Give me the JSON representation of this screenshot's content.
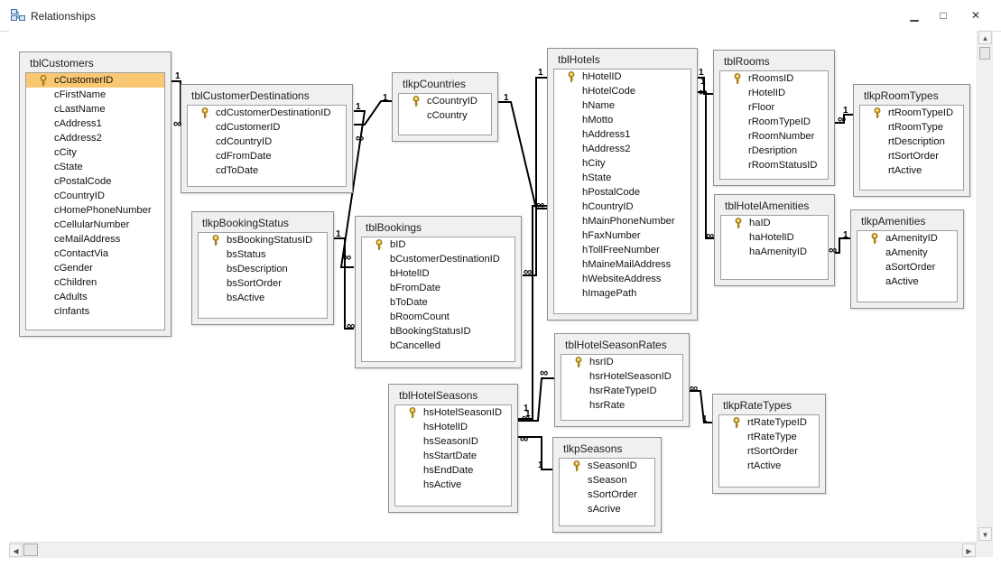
{
  "window": {
    "title": "Relationships",
    "buttons": {
      "minimize": "▁",
      "maximize": "□",
      "close": "✕"
    }
  },
  "icons": {
    "app": "relationships-icon",
    "primary_key": "key-icon"
  },
  "colors": {
    "selected_field": "#fac873",
    "line": "#000000"
  },
  "tables": [
    {
      "name": "tblCustomers",
      "fields": [
        {
          "name": "cCustomerID",
          "pk": true,
          "selected": true
        },
        {
          "name": "cFirstName"
        },
        {
          "name": "cLastName"
        },
        {
          "name": "cAddress1"
        },
        {
          "name": "cAddress2"
        },
        {
          "name": "cCity"
        },
        {
          "name": "cState"
        },
        {
          "name": "cPostalCode"
        },
        {
          "name": "cCountryID"
        },
        {
          "name": "cHomePhoneNumber"
        },
        {
          "name": "cCellularNumber"
        },
        {
          "name": "ceMailAddress"
        },
        {
          "name": "cContactVia"
        },
        {
          "name": "cGender"
        },
        {
          "name": "cChildren"
        },
        {
          "name": "cAdults"
        },
        {
          "name": "cInfants"
        }
      ]
    },
    {
      "name": "tblCustomerDestinations",
      "fields": [
        {
          "name": "cdCustomerDestinationID",
          "pk": true
        },
        {
          "name": "cdCustomerID"
        },
        {
          "name": "cdCountryID"
        },
        {
          "name": "cdFromDate"
        },
        {
          "name": "cdToDate"
        }
      ]
    },
    {
      "name": "tlkpCountries",
      "fields": [
        {
          "name": "cCountryID",
          "pk": true
        },
        {
          "name": "cCountry"
        }
      ]
    },
    {
      "name": "tlkpBookingStatus",
      "fields": [
        {
          "name": "bsBookingStatusID",
          "pk": true
        },
        {
          "name": "bsStatus"
        },
        {
          "name": "bsDescription"
        },
        {
          "name": "bsSortOrder"
        },
        {
          "name": "bsActive"
        }
      ]
    },
    {
      "name": "tblBookings",
      "fields": [
        {
          "name": "bID",
          "pk": true
        },
        {
          "name": "bCustomerDestinationID"
        },
        {
          "name": "bHotelID"
        },
        {
          "name": "bFromDate"
        },
        {
          "name": "bToDate"
        },
        {
          "name": "bRoomCount"
        },
        {
          "name": "bBookingStatusID"
        },
        {
          "name": "bCancelled"
        }
      ]
    },
    {
      "name": "tblHotels",
      "fields": [
        {
          "name": "hHotelID",
          "pk": true
        },
        {
          "name": "hHotelCode"
        },
        {
          "name": "hName"
        },
        {
          "name": "hMotto"
        },
        {
          "name": "hAddress1"
        },
        {
          "name": "hAddress2"
        },
        {
          "name": "hCity"
        },
        {
          "name": "hState"
        },
        {
          "name": "hPostalCode"
        },
        {
          "name": "hCountryID"
        },
        {
          "name": "hMainPhoneNumber"
        },
        {
          "name": "hFaxNumber"
        },
        {
          "name": "hTollFreeNumber"
        },
        {
          "name": "hMaineMailAddress"
        },
        {
          "name": "hWebsiteAddress"
        },
        {
          "name": "hImagePath"
        }
      ]
    },
    {
      "name": "tblRooms",
      "fields": [
        {
          "name": "rRoomsID",
          "pk": true
        },
        {
          "name": "rHotelID"
        },
        {
          "name": "rFloor"
        },
        {
          "name": "rRoomTypeID"
        },
        {
          "name": "rRoomNumber"
        },
        {
          "name": "rDesription"
        },
        {
          "name": "rRoomStatusID"
        }
      ]
    },
    {
      "name": "tlkpRoomTypes",
      "fields": [
        {
          "name": "rtRoomTypeID",
          "pk": true
        },
        {
          "name": "rtRoomType"
        },
        {
          "name": "rtDescription"
        },
        {
          "name": "rtSortOrder"
        },
        {
          "name": "rtActive"
        }
      ]
    },
    {
      "name": "tblHotelAmenities",
      "fields": [
        {
          "name": "haID",
          "pk": true
        },
        {
          "name": "haHotelID"
        },
        {
          "name": "haAmenityID"
        }
      ]
    },
    {
      "name": "tlkpAmenities",
      "fields": [
        {
          "name": "aAmenityID",
          "pk": true
        },
        {
          "name": "aAmenity"
        },
        {
          "name": "aSortOrder"
        },
        {
          "name": "aActive"
        }
      ]
    },
    {
      "name": "tblHotelSeasonRates",
      "fields": [
        {
          "name": "hsrID",
          "pk": true
        },
        {
          "name": "hsrHotelSeasonID"
        },
        {
          "name": "hsrRateTypeID"
        },
        {
          "name": "hsrRate"
        }
      ]
    },
    {
      "name": "tblHotelSeasons",
      "fields": [
        {
          "name": "hsHotelSeasonID",
          "pk": true
        },
        {
          "name": "hsHotelID"
        },
        {
          "name": "hsSeasonID"
        },
        {
          "name": "hsStartDate"
        },
        {
          "name": "hsEndDate"
        },
        {
          "name": "hsActive"
        }
      ]
    },
    {
      "name": "tlkpRateTypes",
      "fields": [
        {
          "name": "rtRateTypeID",
          "pk": true
        },
        {
          "name": "rtRateType"
        },
        {
          "name": "rtSortOrder"
        },
        {
          "name": "rtActive"
        }
      ]
    },
    {
      "name": "tlkpSeasons",
      "fields": [
        {
          "name": "sSeasonID",
          "pk": true
        },
        {
          "name": "sSeason"
        },
        {
          "name": "sSortOrder"
        },
        {
          "name": "sAcrive"
        }
      ]
    }
  ],
  "relationships": [
    {
      "from": "tblCustomers.cCustomerID",
      "to": "tblCustomerDestinations.cdCustomerID",
      "one": "1",
      "many": "∞"
    },
    {
      "from": "tlkpCountries.cCountryID",
      "to": "tblCustomerDestinations.cdCountryID",
      "one": "1",
      "many": "∞"
    },
    {
      "from": "tblCustomerDestinations.cdCustomerDestinationID",
      "to": "tblBookings.bCustomerDestinationID",
      "one": "1",
      "many": "∞"
    },
    {
      "from": "tlkpBookingStatus.bsBookingStatusID",
      "to": "tblBookings.bBookingStatusID",
      "one": "1",
      "many": "∞"
    },
    {
      "from": "tlkpCountries.cCountryID",
      "to": "tblHotels.hCountryID",
      "one": "1",
      "many": "∞"
    },
    {
      "from": "tblHotels.hHotelID",
      "to": "tblBookings.bHotelID",
      "one": "1",
      "many": "∞"
    },
    {
      "from": "tblHotels.hHotelID",
      "to": "tblRooms.rHotelID",
      "one": "1",
      "many": "∞"
    },
    {
      "from": "tblHotels.hHotelID",
      "to": "tblHotelAmenities.haHotelID",
      "one": "1",
      "many": "∞"
    },
    {
      "from": "tlkpRoomTypes.rtRoomTypeID",
      "to": "tblRooms.rRoomTypeID",
      "one": "1",
      "many": "∞"
    },
    {
      "from": "tlkpAmenities.aAmenityID",
      "to": "tblHotelAmenities.haAmenityID",
      "one": "1",
      "many": "∞"
    },
    {
      "from": "tblHotels.hHotelID",
      "to": "tblHotelSeasons.hsHotelID",
      "one": "1",
      "many": "∞"
    },
    {
      "from": "tblHotelSeasons.hsHotelSeasonID",
      "to": "tblHotelSeasonRates.hsrHotelSeasonID",
      "one": "1",
      "many": "∞"
    },
    {
      "from": "tlkpRateTypes.rtRateTypeID",
      "to": "tblHotelSeasonRates.hsrRateTypeID",
      "one": "1",
      "many": "∞"
    },
    {
      "from": "tlkpSeasons.sSeasonID",
      "to": "tblHotelSeasons.hsSeasonID",
      "one": "1",
      "many": "∞"
    }
  ]
}
